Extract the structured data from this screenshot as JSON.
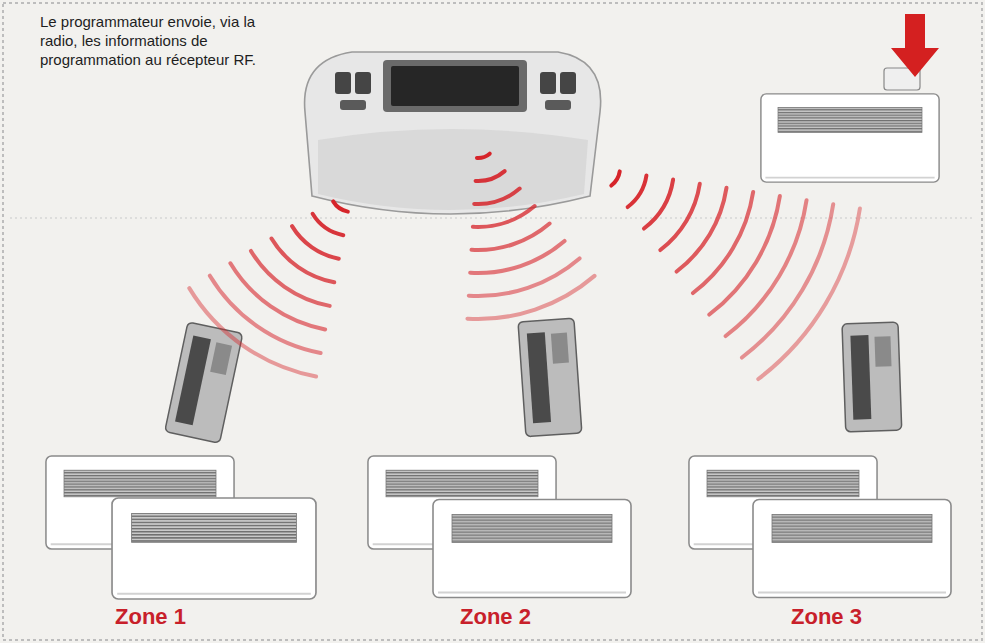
{
  "diagram": {
    "labels": [
      "Le programmateur envoie, via la radio, les informations de programmation au récepteur RF.",
      "Zone 1",
      "Zone 2",
      "Zone 3"
    ]
  }
}
